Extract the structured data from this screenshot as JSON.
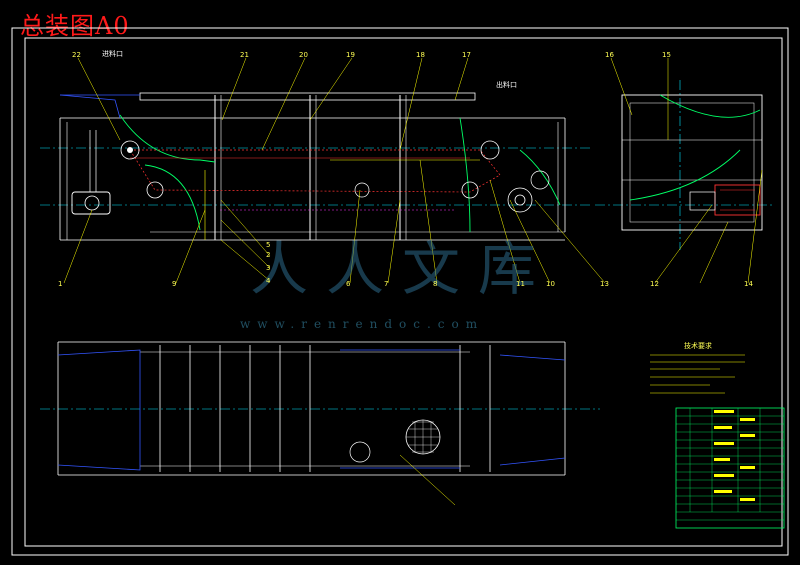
{
  "title": "总装图A0",
  "watermark": {
    "text": "人人文库",
    "url": "www.renrendoc.com"
  },
  "annotations": {
    "feed_inlet": "进料口",
    "discharge_outlet": "出料口",
    "notes_title": "技术要求"
  },
  "part_numbers_top": [
    "22",
    "21",
    "20",
    "19",
    "18",
    "17",
    "16",
    "15"
  ],
  "part_numbers_bottom": [
    "1",
    "2",
    "3",
    "4",
    "5",
    "6",
    "7",
    "8",
    "9",
    "10",
    "11",
    "12",
    "13",
    "14"
  ],
  "colors": {
    "frame": "#ffffff",
    "centerline": "#00e5ff",
    "construction": "#ffff00",
    "section_curve": "#00ff66",
    "chain": "#ff3333",
    "outline_blue": "#3355ff",
    "leader": "#ffff00",
    "accent_magenta": "#ff33ff"
  }
}
